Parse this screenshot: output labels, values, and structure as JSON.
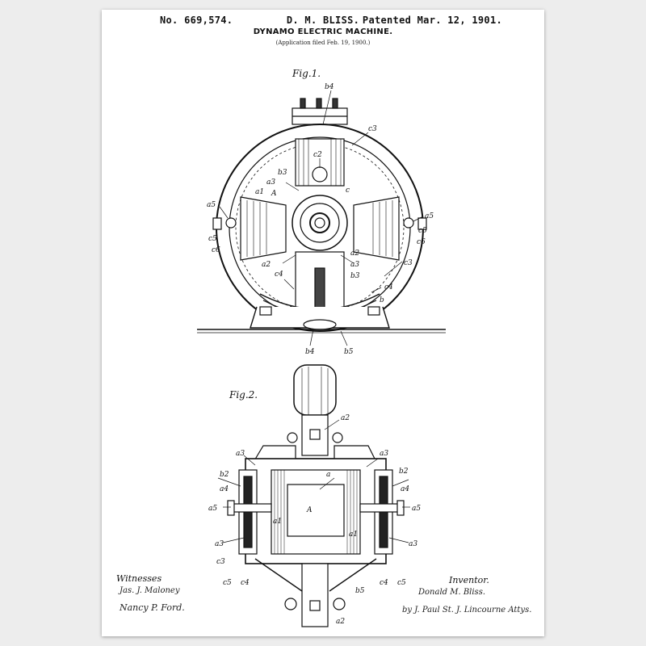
{
  "header": {
    "patent_number": "No. 669,574.",
    "inventor": "D. M. BLISS.",
    "patented": "Patented Mar. 12, 1901.",
    "title": "DYNAMO ELECTRIC MACHINE.",
    "application": "(Application filed Feb. 19, 1900.)"
  },
  "figures": {
    "fig1": {
      "label": "Fig.1.",
      "refs": {
        "b4_top": "b4",
        "c3_top": "c3",
        "c2": "c2",
        "b3": "b3",
        "a3": "a3",
        "a1": "a1",
        "A": "A",
        "c": "c",
        "a5_left": "a5",
        "c5_left": "c5",
        "c6_left": "c6",
        "a5_right": "a5",
        "c5_right": "c5",
        "c6_right": "c6",
        "a2_left": "a2",
        "a2_right": "a2",
        "a3_mid": "a3",
        "b3_mid": "b3",
        "c3_right": "c3",
        "c4_left": "c4",
        "c4_right": "c4",
        "b_right": "b",
        "b4_bottom": "b4",
        "b5_bottom": "b5"
      }
    },
    "fig2": {
      "label": "Fig.2.",
      "refs": {
        "a2_top": "a2",
        "a3_tl": "a3",
        "a3_tr": "a3",
        "b2_left": "b2",
        "b2_right": "b2",
        "a4_left": "a4",
        "a4_right": "a4",
        "a5_left": "a5",
        "a5_right": "a5",
        "a": "a",
        "A": "A",
        "a1_left": "a1",
        "a1_right": "a1",
        "a3_bl": "a3",
        "a3_br": "a3",
        "c3": "c3",
        "c5_left": "c5",
        "c4_left": "c4",
        "c5_right": "c5",
        "c4_right": "c4",
        "b5": "b5",
        "a2_bottom": "a2"
      }
    }
  },
  "signatures": {
    "witnesses_label": "Witnesses",
    "witness_1": "Jas. J. Maloney",
    "witness_2": "Nancy P. Ford.",
    "inventor_label": "Inventor.",
    "inventor_name": "Donald M. Bliss.",
    "attorneys": "by J. Paul St. J. Lincourne Attys."
  }
}
